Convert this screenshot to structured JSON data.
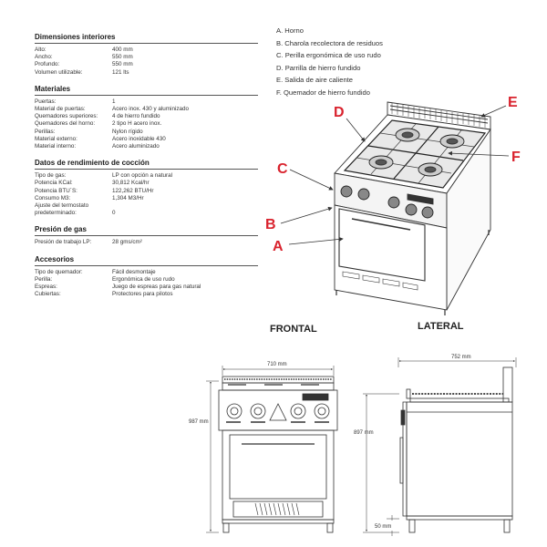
{
  "specs": [
    {
      "title": "Dimensiones interiores",
      "rows": [
        {
          "k": "Alto:",
          "v": "400 mm"
        },
        {
          "k": "Ancho:",
          "v": "550 mm"
        },
        {
          "k": "Profundo:",
          "v": "550 mm"
        },
        {
          "k": "Volumen utilizable:",
          "v": "121 lts"
        }
      ]
    },
    {
      "title": "Materiales",
      "rows": [
        {
          "k": "Puertas:",
          "v": "1"
        },
        {
          "k": "Material de puertas:",
          "v": "Acero inox. 430 y aluminizado"
        },
        {
          "k": "Quemadores superiores:",
          "v": "4 de hierro fundido"
        },
        {
          "k": "Quemadores del horno:",
          "v": "2 tipo H acero inox."
        },
        {
          "k": "Perillas:",
          "v": "Nylon rígido"
        },
        {
          "k": "Material externo:",
          "v": "Acero inoxidable 430"
        },
        {
          "k": "Material interno:",
          "v": "Acero aluminizado"
        }
      ]
    },
    {
      "title": "Datos de rendimiento de cocción",
      "rows": [
        {
          "k": "Tipo de gas:",
          "v": "LP con opción a natural"
        },
        {
          "k": "Potencia KCal:",
          "v": "30,812 Kcal/hr"
        },
        {
          "k": "Potencia BTU´S:",
          "v": "122,262 BTU/Hr"
        },
        {
          "k": "Consumo M3:",
          "v": "1,304 M3/Hr"
        },
        {
          "k": "Ajuste del termostato predeterminado:",
          "v": "0"
        }
      ]
    },
    {
      "title": "Presión de gas",
      "rows": [
        {
          "k": "Presión de trabajo LP:",
          "v": "28 gms/cm²"
        }
      ]
    },
    {
      "title": "Accesorios",
      "rows": [
        {
          "k": "Tipo de quemador:",
          "v": "Fácil desmontaje"
        },
        {
          "k": "Perilla:",
          "v": "Ergonómica de uso rudo"
        },
        {
          "k": "Espreas:",
          "v": "Juego de espreas para gas natural"
        },
        {
          "k": "Cubiertas:",
          "v": "Protectores para pilotos"
        }
      ]
    }
  ],
  "legend": [
    "A.  Horno",
    "B.  Charola recolectora de residuos",
    "C.  Perilla ergonómica de uso rudo",
    "D.  Parrilla de hierro fundido",
    "E.  Salida de aire caliente",
    "F.  Quemador de hierro fundido"
  ],
  "callouts": {
    "A": "A",
    "B": "B",
    "C": "C",
    "D": "D",
    "E": "E",
    "F": "F"
  },
  "views": {
    "front": "FRONTAL",
    "side": "LATERAL"
  },
  "dims": {
    "front_width": "710 mm",
    "front_height": "987 mm",
    "side_depth": "752 mm",
    "side_height": "897 mm",
    "side_leg": "50 mm"
  },
  "colors": {
    "callout": "#d9232e",
    "line": "#333333"
  }
}
